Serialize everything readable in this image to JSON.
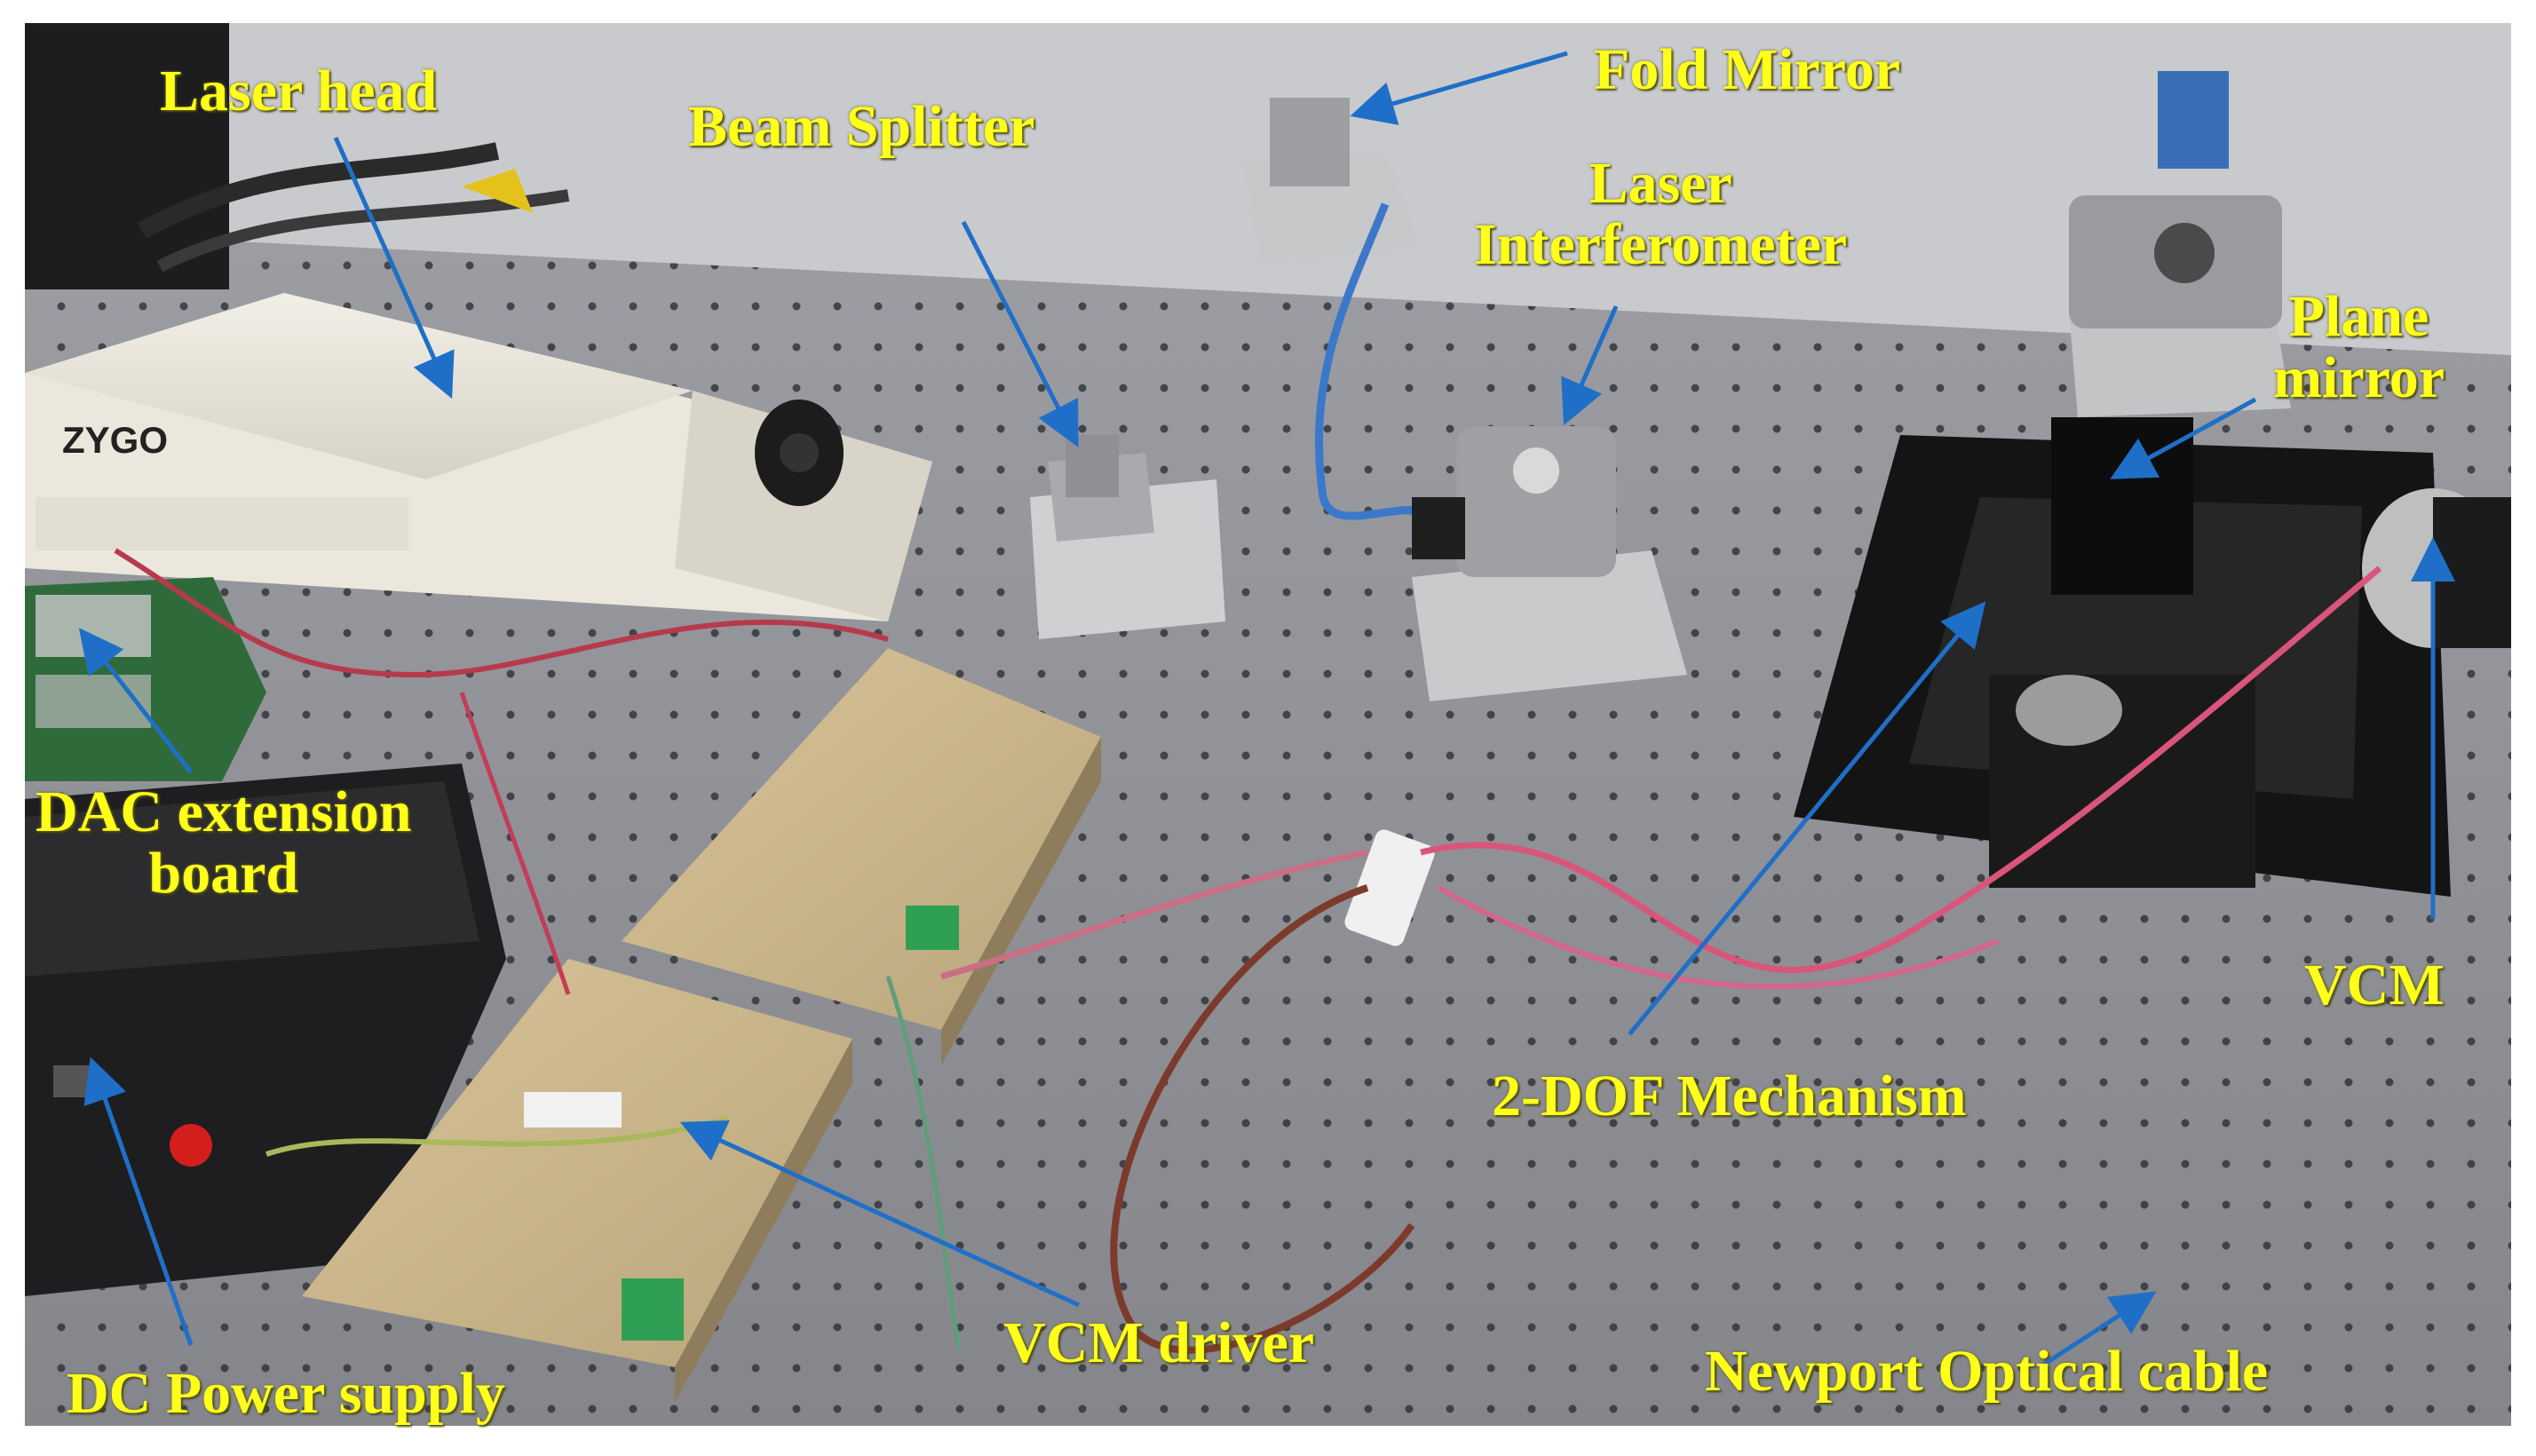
{
  "photo": {
    "subject": "laboratory optical table setup",
    "colors": {
      "table": "#8e8f94",
      "label_text": "#ffff1a",
      "arrow": "#1f6fc8",
      "driver_case": "#cdb78c",
      "mechanism": "#141414"
    }
  },
  "labels": {
    "laser_head": "Laser head",
    "beam_splitter": "Beam Splitter",
    "fold_mirror": "Fold Mirror",
    "laser_interferometer_line1": "Laser",
    "laser_interferometer_line2": "Interferometer",
    "plane_mirror_line1": "Plane",
    "plane_mirror_line2": "mirror",
    "dac_board_line1": "DAC extension",
    "dac_board_line2": "board",
    "vcm": "VCM",
    "dof_mechanism": "2-DOF Mechanism",
    "dc_power_supply": "DC Power supply",
    "vcm_driver": "VCM driver",
    "newport_table": "Newport Optical cable"
  },
  "device_text": {
    "laser_brand": "ZYGO"
  }
}
